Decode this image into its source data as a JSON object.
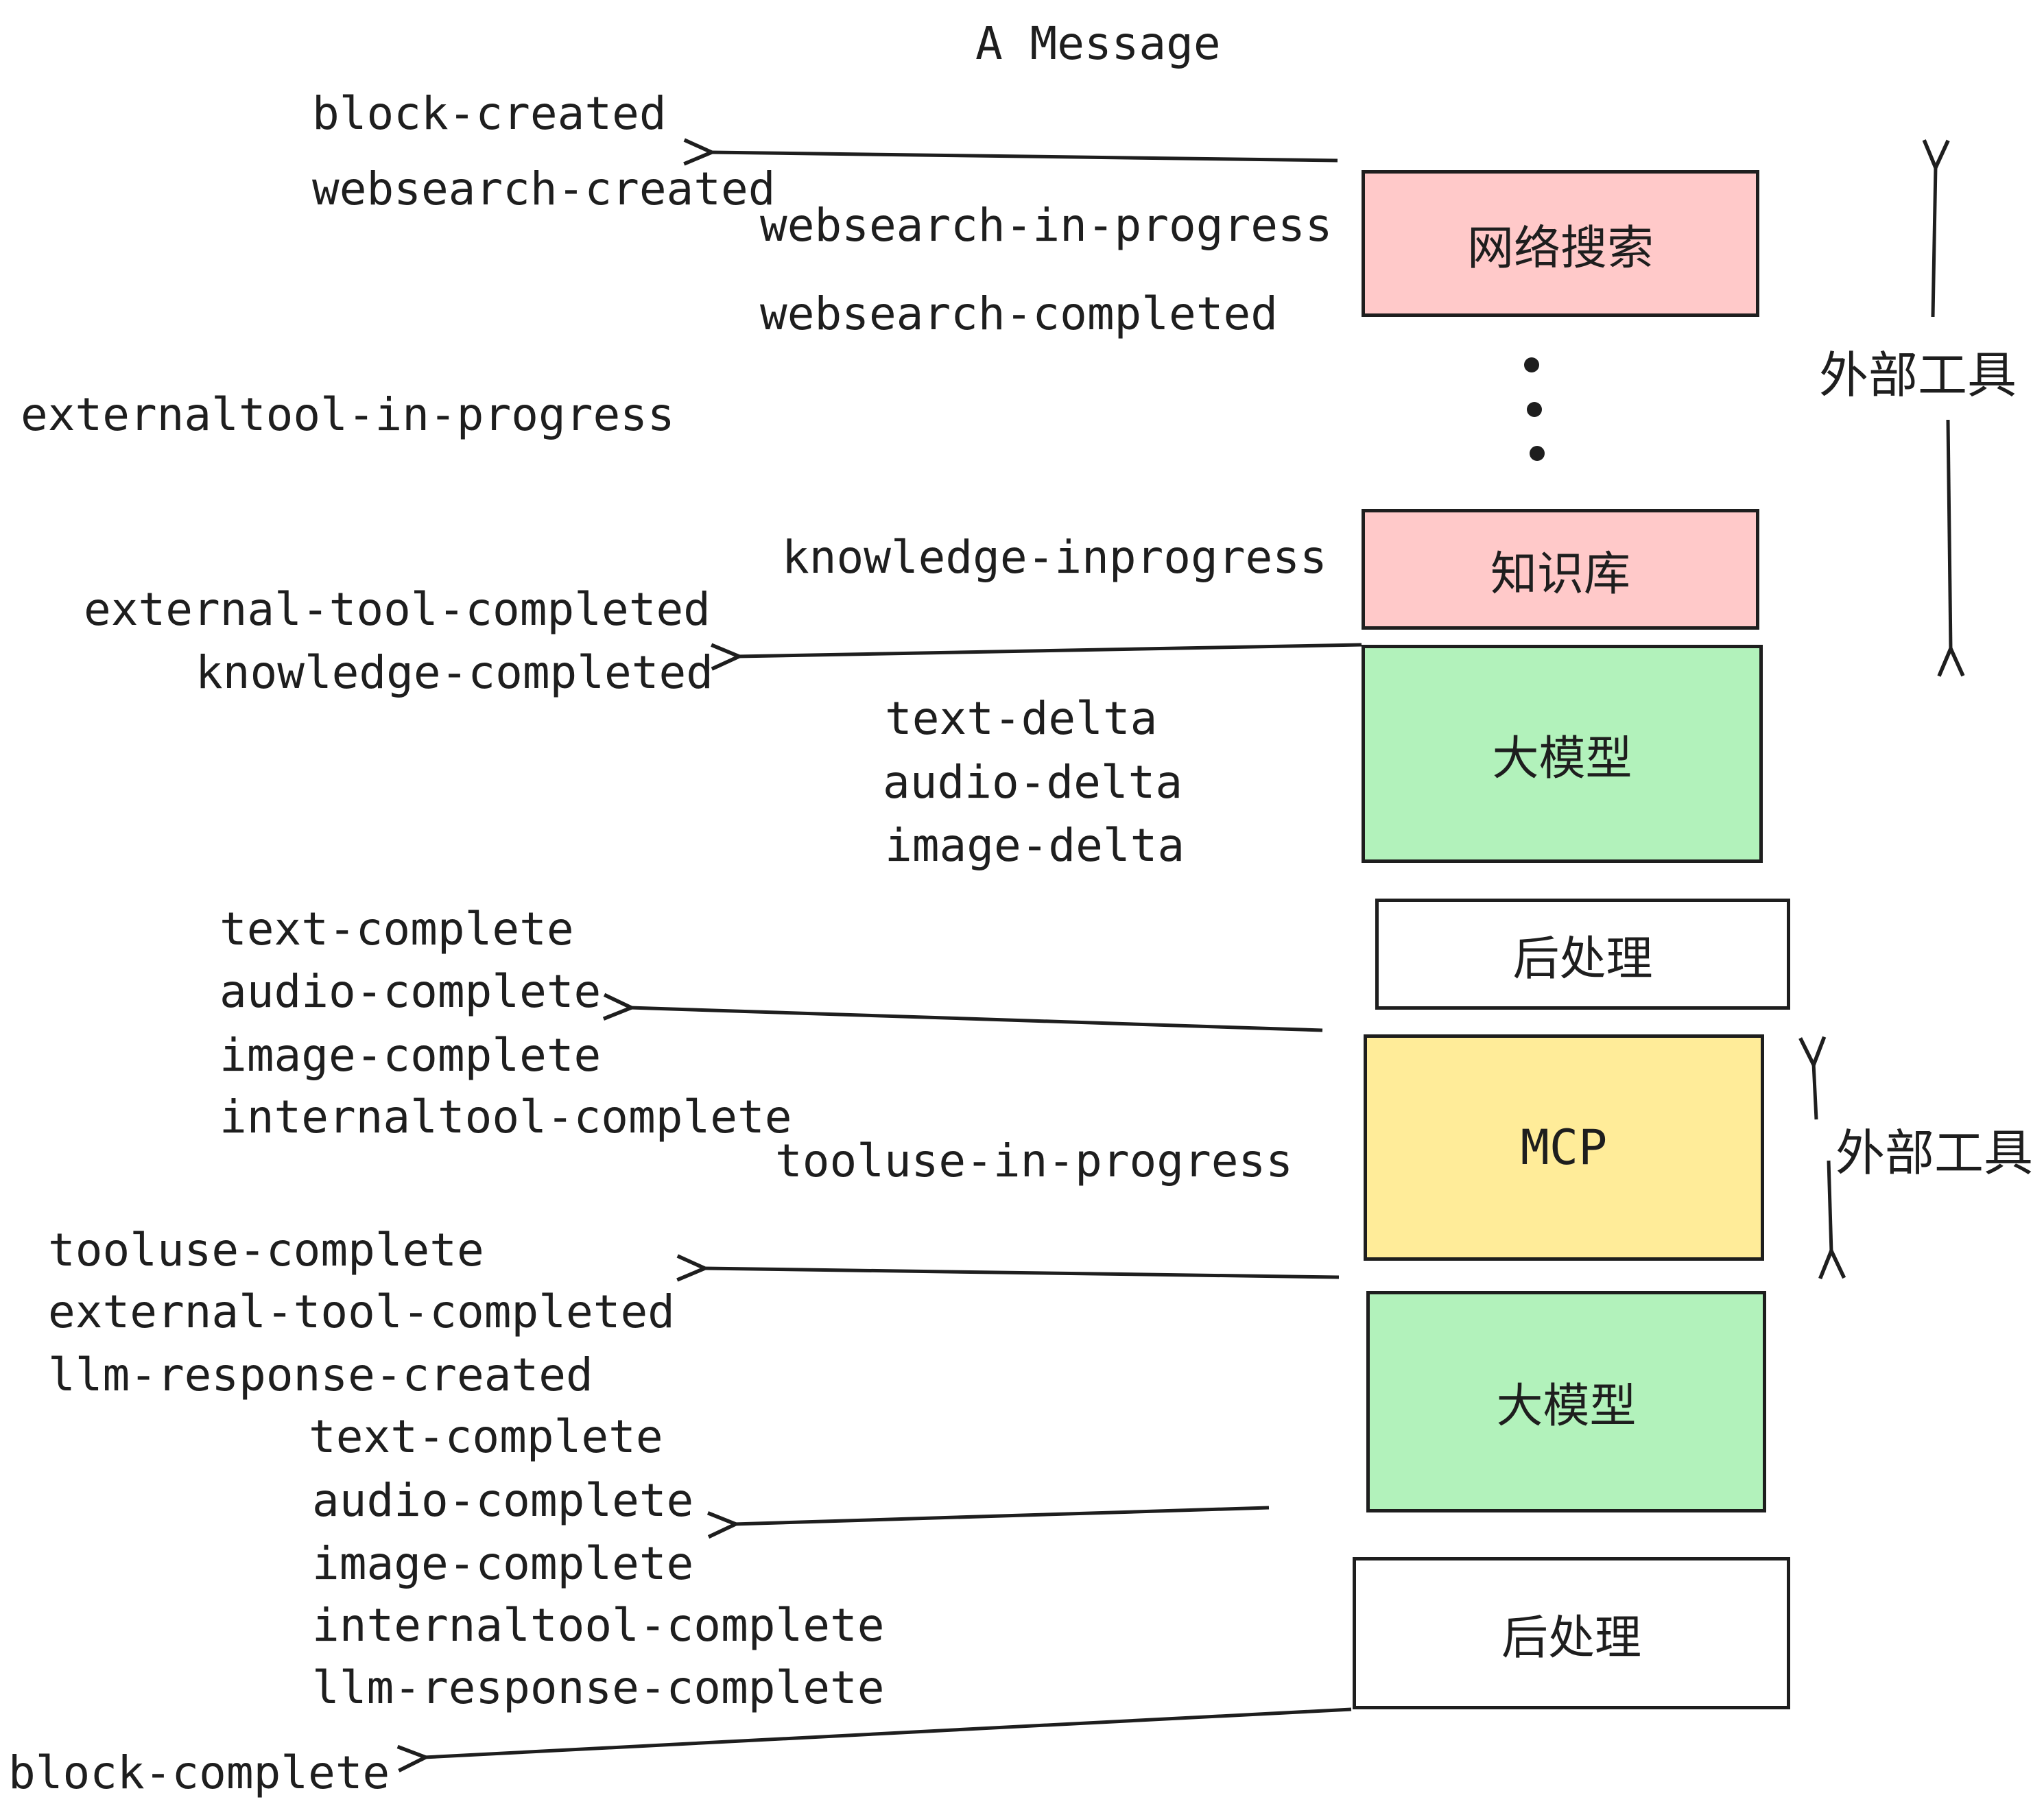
{
  "title": "A Message",
  "labels": {
    "block_created": "block-created",
    "websearch_created": "websearch-created",
    "websearch_in_progress": "websearch-in-progress",
    "websearch_completed": "websearch-completed",
    "externaltool_in_progress": "externaltool-in-progress",
    "knowledge_inprogress": "knowledge-inprogress",
    "external_tool_completed": "external-tool-completed",
    "knowledge_completed": "knowledge-completed",
    "text_delta": "text-delta",
    "audio_delta": "audio-delta",
    "image_delta": "image-delta",
    "text_complete": "text-complete",
    "audio_complete": "audio-complete",
    "image_complete": "image-complete",
    "internaltool_complete": "internaltool-complete",
    "tooluse_in_progress": "tooluse-in-progress",
    "tooluse_complete": "tooluse-complete",
    "llm_response_created": "llm-response-created",
    "llm_response_complete": "llm-response-complete",
    "block_complete": "block-complete",
    "external_tools": "外部工具"
  },
  "boxes": [
    {
      "id": "websearch",
      "label": "网络搜索",
      "fill": "#ffc9c9"
    },
    {
      "id": "knowledge",
      "label": "知识库",
      "fill": "#ffc9c9"
    },
    {
      "id": "llm-1",
      "label": "大模型",
      "fill": "#b2f2bb"
    },
    {
      "id": "post-1",
      "label": "后处理",
      "fill": "#ffffff"
    },
    {
      "id": "mcp",
      "label": "MCP",
      "fill": "#ffec99"
    },
    {
      "id": "llm-2",
      "label": "大模型",
      "fill": "#b2f2bb"
    },
    {
      "id": "post-2",
      "label": "后处理",
      "fill": "#ffffff"
    }
  ],
  "colors": {
    "stroke": "#1e1e1e",
    "pink": "#ffc9c9",
    "green": "#b2f2bb",
    "yellow": "#ffec99",
    "white": "#ffffff"
  }
}
